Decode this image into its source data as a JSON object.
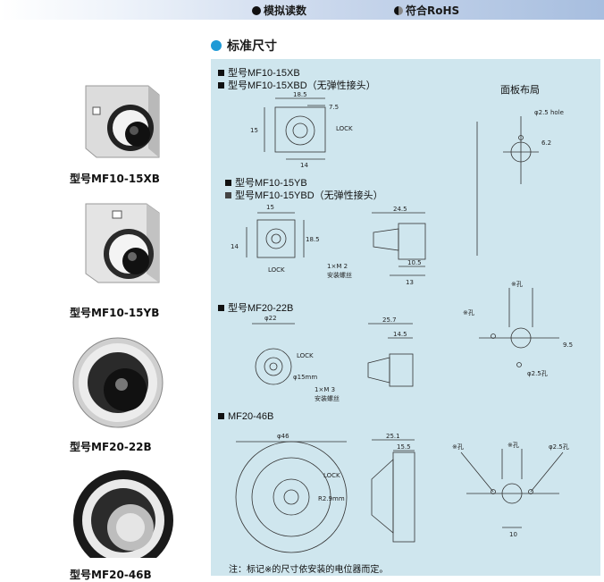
{
  "topbar": {
    "analog_reading": "模拟读数",
    "rohs": "符合RoHS"
  },
  "section_title": "标准尺寸",
  "products": [
    {
      "label": "型号MF10-15XB"
    },
    {
      "label": "型号MF10-15YB"
    },
    {
      "label": "型号MF20-22B"
    },
    {
      "label": "型号MF20-46B"
    }
  ],
  "drawings": {
    "sec1": {
      "line1": "型号MF10-15XB",
      "line2": "型号MF10-15XBD（无弹性接头）"
    },
    "sec2": {
      "line1": "型号MF10-15YB",
      "line2": "型号MF10-15YBD（无弹性接头）"
    },
    "sec3": {
      "line1": "型号MF20-22B"
    },
    "sec4": {
      "line1": "MF20-46B"
    },
    "panel_layout": "面板布局",
    "dims": {
      "d185": "18.5",
      "d75": "7.5",
      "d15": "15",
      "d14": "14",
      "lock": "LOCK",
      "d25hole": "φ2.5 hole",
      "d62": "6.2",
      "d245": "24.5",
      "d105": "10.5",
      "d13": "13",
      "d1m2": "1×M 2",
      "install_screw": "安装螺丝",
      "d22": "φ22",
      "d257": "25.7",
      "d145": "14.5",
      "d15mm": "φ15mm",
      "d1m3": "1×M 3",
      "kong": "※孔",
      "d95": "9.5",
      "d25kong": "φ2.5孔",
      "d46": "φ46",
      "d251": "25.1",
      "d155": "15.5",
      "r29": "R2.9mm",
      "d10": "10",
      "d25kong2": "φ2.5孔"
    }
  },
  "note": "注：标记※的尺寸依安装的电位器而定。",
  "colors": {
    "panel_bg": "#cfe6ee",
    "accent_dot": "#1f9ad6"
  }
}
